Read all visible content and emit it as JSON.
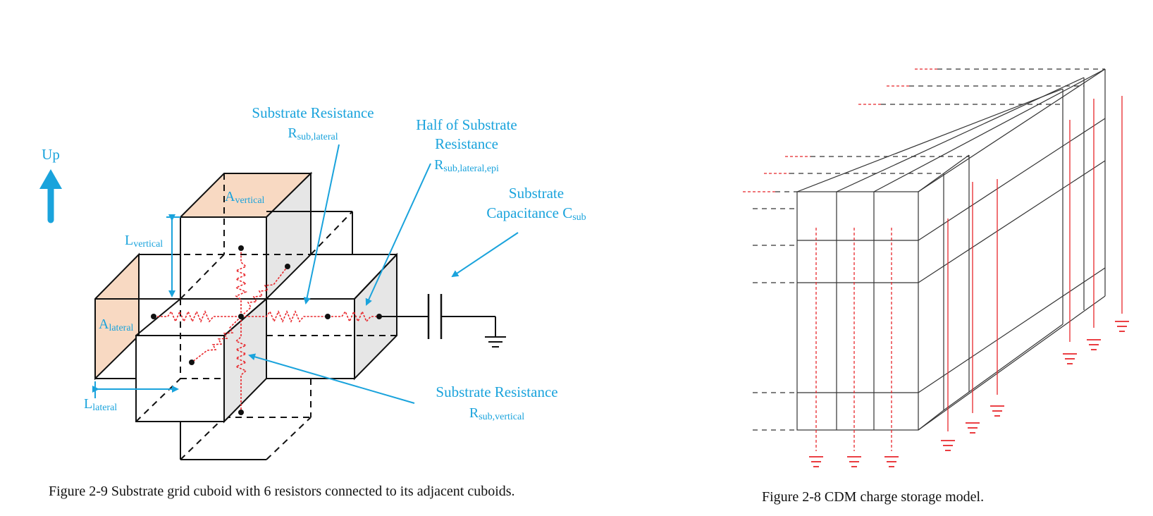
{
  "left_figure": {
    "labels": {
      "up": "Up",
      "a_vertical": {
        "main": "A",
        "sub": "vertical"
      },
      "a_lateral": {
        "main": "A",
        "sub": "lateral"
      },
      "l_vertical": {
        "main": "L",
        "sub": "vertical"
      },
      "l_lateral": {
        "main": "L",
        "sub": "lateral"
      },
      "sub_res_lateral": {
        "line1": "Substrate Resistance",
        "main": "R",
        "sub": "sub,lateral"
      },
      "half_sub_res": {
        "line1": "Half of Substrate",
        "line2": "Resistance",
        "main": "R",
        "sub": "sub,lateral,epi"
      },
      "sub_cap": {
        "line1": "Substrate",
        "line2": "Capacitance C",
        "sub": "sub"
      },
      "sub_res_vertical": {
        "line1": "Substrate Resistance",
        "main": "R",
        "sub": "sub,vertical"
      }
    },
    "caption": "Figure 2-9 Substrate grid cuboid with 6 resistors connected to its adjacent cuboids."
  },
  "right_figure": {
    "caption": "Figure 2-8 CDM charge storage model."
  },
  "colors": {
    "accent": "#1aa3dc",
    "resistor": "#e8262b",
    "face_fill": "#f8d9c2",
    "side_fill": "#e6e6e6",
    "line": "#111111"
  }
}
